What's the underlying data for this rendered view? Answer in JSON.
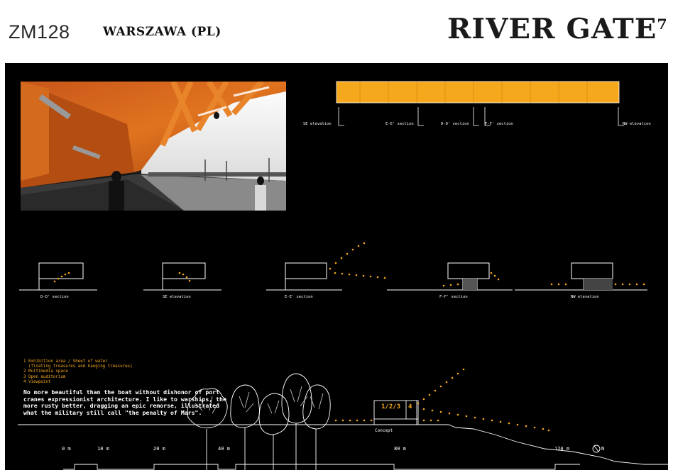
{
  "header": {
    "code": "ZM128",
    "city": "WARSZAWA (PL)",
    "brand": "RIVER GATE",
    "brand_sup": "7"
  },
  "top_strip": {
    "labels": [
      "SE elevation",
      "E-E' section",
      "D-D' section",
      "F-F' section",
      "NW elevation"
    ]
  },
  "sections": {
    "labels": [
      "D-D' section",
      "SE elevation",
      "E-E' section",
      "F-F' section",
      "NW elevation"
    ]
  },
  "legend": {
    "items": [
      "1 Exhibition area / Sheet of water",
      "  (floating treasures and hanging treasures)",
      "2 Multimedia space",
      "3 Open auditorium",
      "4 Viewpoint"
    ]
  },
  "quote": "No more beautiful than the boat without dishonor of port cranes expressionist architecture. I like to warships, the more rusty better, dragging an epic remorse, illustrated what the military still call \"the penalty of Mars\".",
  "concept": {
    "label": "Concept",
    "room_a": "1/2/3",
    "room_b": "4"
  },
  "scale": {
    "marks": [
      "0 m",
      "10 m",
      "20 m",
      "40 m",
      "80 m",
      "120 m"
    ],
    "north": "N"
  },
  "colors": {
    "accent": "#f5a81c",
    "board": "#000000"
  }
}
